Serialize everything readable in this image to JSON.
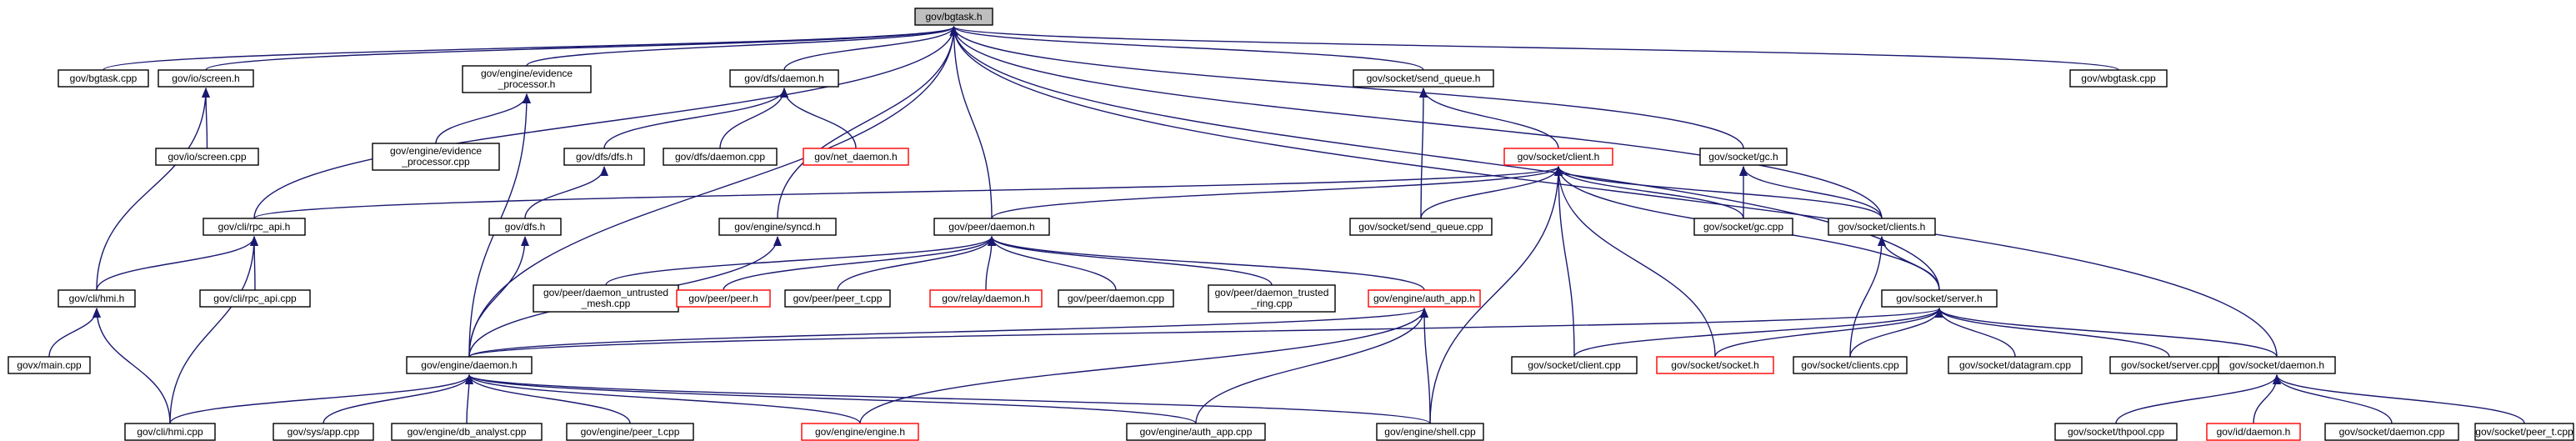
{
  "title": "gov/bgtask.h",
  "colors": {
    "edge": "#191970",
    "root_fill": "#bfbfbf",
    "node_border": "#000000",
    "missing_border": "#ff0000",
    "background": "#ffffff"
  },
  "nodes": {
    "n0": {
      "lines": [
        "gov/bgtask.h"
      ]
    },
    "n1": {
      "lines": [
        "gov/bgtask.cpp"
      ]
    },
    "n2": {
      "lines": [
        "gov/io/screen.h"
      ]
    },
    "n3": {
      "lines": [
        "gov/engine/evidence",
        "_processor.h"
      ]
    },
    "n4": {
      "lines": [
        "gov/dfs/daemon.h"
      ]
    },
    "n5": {
      "lines": [
        "gov/socket/send_queue.h"
      ]
    },
    "n6": {
      "lines": [
        "gov/wbgtask.cpp"
      ]
    },
    "n7": {
      "lines": [
        "gov/io/screen.cpp"
      ]
    },
    "n8": {
      "lines": [
        "gov/engine/evidence",
        "_processor.cpp"
      ]
    },
    "n9": {
      "lines": [
        "gov/dfs/dfs.h"
      ]
    },
    "n10": {
      "lines": [
        "gov/dfs/daemon.cpp"
      ]
    },
    "n11": {
      "lines": [
        "gov/net_daemon.h"
      ]
    },
    "n12": {
      "lines": [
        "gov/socket/client.h"
      ]
    },
    "n13": {
      "lines": [
        "gov/socket/gc.h"
      ]
    },
    "n14": {
      "lines": [
        "gov/cli/rpc_api.h"
      ]
    },
    "n15": {
      "lines": [
        "gov/dfs.h"
      ]
    },
    "n16": {
      "lines": [
        "gov/engine/syncd.h"
      ]
    },
    "n17": {
      "lines": [
        "gov/peer/daemon.h"
      ]
    },
    "n18": {
      "lines": [
        "gov/socket/send_queue.cpp"
      ]
    },
    "n19": {
      "lines": [
        "gov/socket/gc.cpp"
      ]
    },
    "n20": {
      "lines": [
        "gov/socket/clients.h"
      ]
    },
    "n21": {
      "lines": [
        "gov/cli/hmi.h"
      ]
    },
    "n22": {
      "lines": [
        "gov/cli/rpc_api.cpp"
      ]
    },
    "n23": {
      "lines": [
        "gov/peer/daemon_untrusted",
        "_mesh.cpp"
      ]
    },
    "n24": {
      "lines": [
        "gov/peer/peer.h"
      ]
    },
    "n25": {
      "lines": [
        "gov/peer/peer_t.cpp"
      ]
    },
    "n26": {
      "lines": [
        "gov/relay/daemon.h"
      ]
    },
    "n27": {
      "lines": [
        "gov/peer/daemon.cpp"
      ]
    },
    "n28": {
      "lines": [
        "gov/peer/daemon_trusted",
        "_ring.cpp"
      ]
    },
    "n29": {
      "lines": [
        "gov/engine/auth_app.h"
      ]
    },
    "n30": {
      "lines": [
        "gov/socket/server.h"
      ]
    },
    "n31": {
      "lines": [
        "govx/main.cpp"
      ]
    },
    "n32": {
      "lines": [
        "gov/engine/daemon.h"
      ]
    },
    "n33": {
      "lines": [
        "gov/socket/client.cpp"
      ]
    },
    "n34": {
      "lines": [
        "gov/socket/socket.h"
      ]
    },
    "n35": {
      "lines": [
        "gov/socket/clients.cpp"
      ]
    },
    "n36": {
      "lines": [
        "gov/socket/datagram.cpp"
      ]
    },
    "n37": {
      "lines": [
        "gov/socket/server.cpp"
      ]
    },
    "n38": {
      "lines": [
        "gov/socket/daemon.h"
      ]
    },
    "n39": {
      "lines": [
        "gov/cli/hmi.cpp"
      ]
    },
    "n40": {
      "lines": [
        "gov/sys/app.cpp"
      ]
    },
    "n41": {
      "lines": [
        "gov/engine/db_analyst.cpp"
      ]
    },
    "n42": {
      "lines": [
        "gov/engine/peer_t.cpp"
      ]
    },
    "n43": {
      "lines": [
        "gov/engine/engine.h"
      ]
    },
    "n44": {
      "lines": [
        "gov/engine/auth_app.cpp"
      ]
    },
    "n45": {
      "lines": [
        "gov/engine/shell.cpp"
      ]
    },
    "n46": {
      "lines": [
        "gov/socket/thpool.cpp"
      ]
    },
    "n47": {
      "lines": [
        "gov/id/daemon.h"
      ]
    },
    "n48": {
      "lines": [
        "gov/socket/daemon.cpp"
      ]
    },
    "n49": {
      "lines": [
        "gov/socket/peer_t.cpp"
      ]
    }
  }
}
